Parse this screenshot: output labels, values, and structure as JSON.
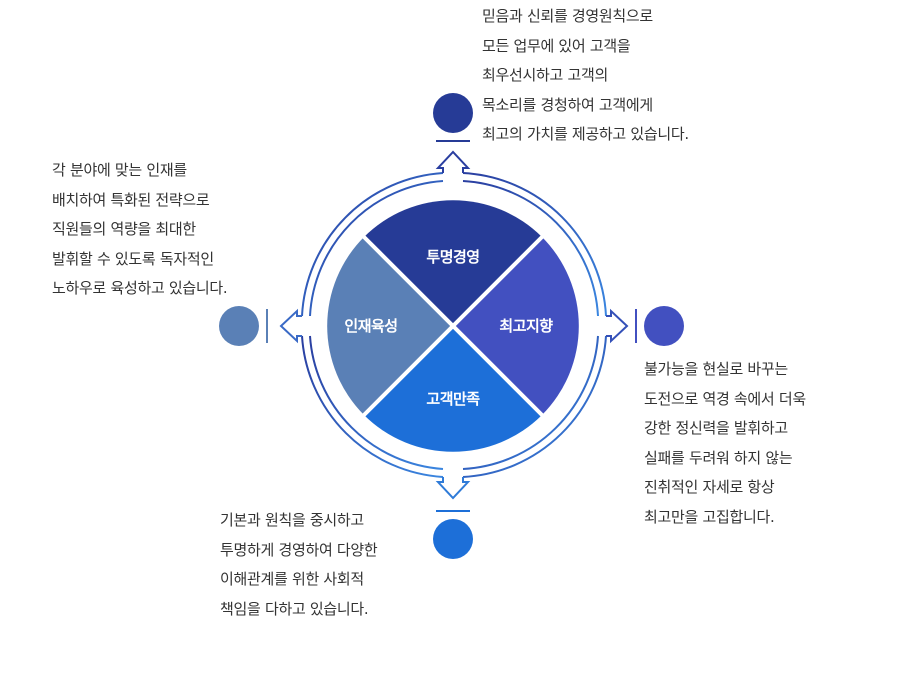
{
  "segments": {
    "top": "투명경영",
    "right": "최고지향",
    "bottom": "고객만족",
    "left": "인재육성"
  },
  "descriptions": {
    "top": [
      "믿음과 신뢰를 경영원칙으로",
      "모든 업무에 있어 고객을",
      "최우선시하고 고객의",
      "목소리를 경청하여 고객에게",
      "최고의 가치를 제공하고 있습니다."
    ],
    "left": [
      "각 분야에 맞는 인재를",
      "배치하여 특화된 전략으로",
      "직원들의 역량을 최대한",
      "발휘할 수 있도록 독자적인",
      "노하우로 육성하고 있습니다."
    ],
    "right": [
      "불가능을 현실로 바꾸는",
      "도전으로 역경 속에서 더욱",
      "강한 정신력을 발휘하고",
      "실패를 두려워 하지 않는",
      "진취적인 자세로 항상",
      "최고만을 고집합니다."
    ],
    "bottom": [
      "기본과 원칙을 중시하고",
      "투명하게 경영하여 다양한",
      "이해관계를 위한 사회적",
      "책임을 다하고 있습니다."
    ]
  },
  "colors": {
    "top": "#263b96",
    "right": "#4250c0",
    "bottom": "#1d6fd8",
    "left": "#5a80b6",
    "ring": "#3a5cc0"
  }
}
